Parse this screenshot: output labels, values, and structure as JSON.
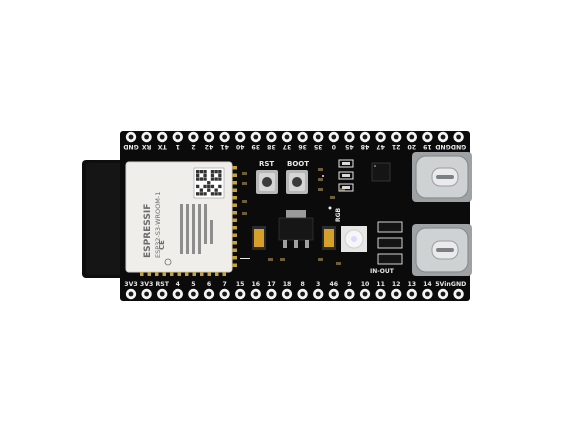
{
  "board": {
    "top_pins": [
      "GND",
      "RX",
      "TX",
      "1",
      "2",
      "42",
      "41",
      "40",
      "39",
      "38",
      "37",
      "36",
      "35",
      "0",
      "45",
      "48",
      "47",
      "21",
      "20",
      "19",
      "GND",
      "GND"
    ],
    "bottom_pins": [
      "3V3",
      "3V3",
      "RST",
      "4",
      "5",
      "6",
      "7",
      "15",
      "16",
      "17",
      "18",
      "8",
      "3",
      "46",
      "9",
      "10",
      "11",
      "12",
      "13",
      "14",
      "5Vin",
      "GND"
    ],
    "button_labels": [
      "RST",
      "BOOT"
    ],
    "rgb_label": "RGB",
    "in_out_label": "IN-OUT",
    "module": {
      "brand": "ESPRESSIF",
      "model": "ESP32-S3-WROOM-1"
    }
  },
  "colors": {
    "pcb": "#0b0b0b",
    "silkscreen": "#e8e8e8",
    "module_shield": "#efeeea",
    "usb_metal": "#c9cbcc",
    "antenna": "#101010"
  }
}
